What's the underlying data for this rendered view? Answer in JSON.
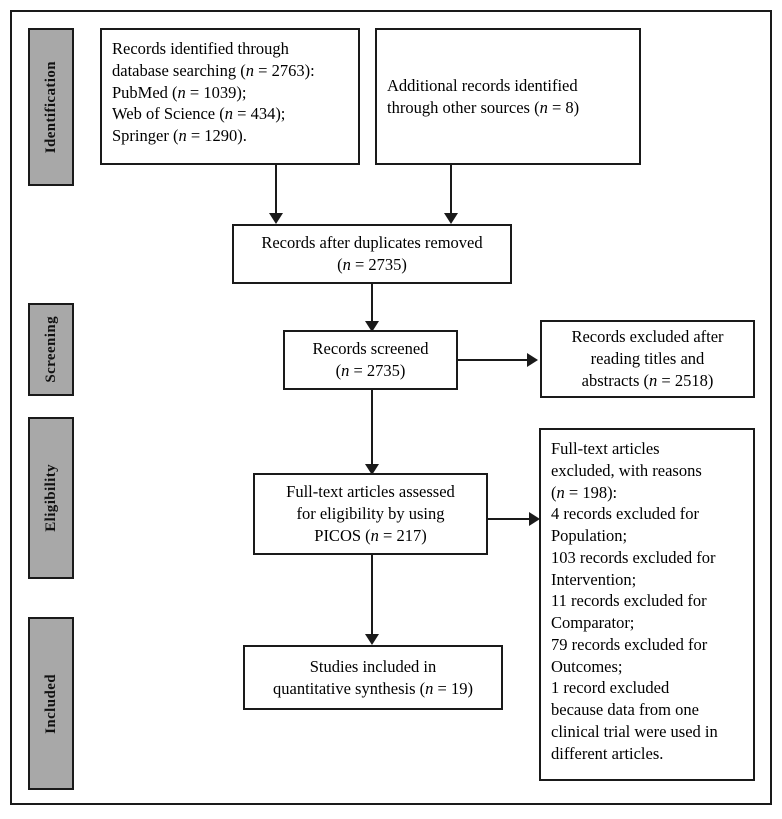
{
  "diagram": {
    "title": "PRISMA Flow Diagram",
    "type": "flowchart",
    "frame_color": "#1a1a1a",
    "stage_bar_color": "#a8a8a8",
    "box_fill": "#ffffff"
  },
  "stages": [
    {
      "id": "identification",
      "label": "Identification"
    },
    {
      "id": "screening",
      "label": "Screening"
    },
    {
      "id": "eligibility",
      "label": "Eligibility"
    },
    {
      "id": "included",
      "label": "Included"
    }
  ],
  "boxes": {
    "records_identified": {
      "text": "Records identified through\ndatabase searching (n = 2763):\nPubMed (n = 1039);\nWeb of Science (n = 434);\nSpringer (n = 1290).",
      "align": "left"
    },
    "additional_records": {
      "text": "Additional records identified\nthrough other sources (n = 8)",
      "align": "left"
    },
    "duplicates_removed": {
      "text": "Records after duplicates removed\n(n = 2735)",
      "align": "center"
    },
    "records_screened": {
      "text": "Records screened\n(n = 2735)",
      "align": "center"
    },
    "records_excluded": {
      "text": "Records excluded after\nreading titles and\nabstracts (n = 2518)",
      "align": "center"
    },
    "fulltext_assessed": {
      "text": "Full-text articles assessed\nfor eligibility by using\nPICOS (n = 217)",
      "align": "center"
    },
    "fulltext_excluded": {
      "text": "Full-text articles\nexcluded, with reasons\n(n = 198):\n4 records excluded for\nPopulation;\n103 records excluded for\nIntervention;\n11 records excluded for\nComparator;\n79 records excluded for\nOutcomes;\n1 record excluded\nbecause data from one\nclinical trial were used in\ndifferent articles.",
      "align": "left"
    },
    "studies_included": {
      "text": "Studies included in\nquantitative synthesis (n = 19)",
      "align": "center"
    }
  },
  "counts": {
    "database_searching": 2763,
    "pubmed": 1039,
    "web_of_science": 434,
    "springer": 1290,
    "other_sources": 8,
    "after_duplicates": 2735,
    "screened": 2735,
    "excluded_titles_abstracts": 2518,
    "fulltext_assessed": 217,
    "fulltext_excluded": 198,
    "excluded_population": 4,
    "excluded_intervention": 103,
    "excluded_comparator": 11,
    "excluded_outcomes": 79,
    "excluded_duplicate_trial": 1,
    "studies_included": 19
  }
}
